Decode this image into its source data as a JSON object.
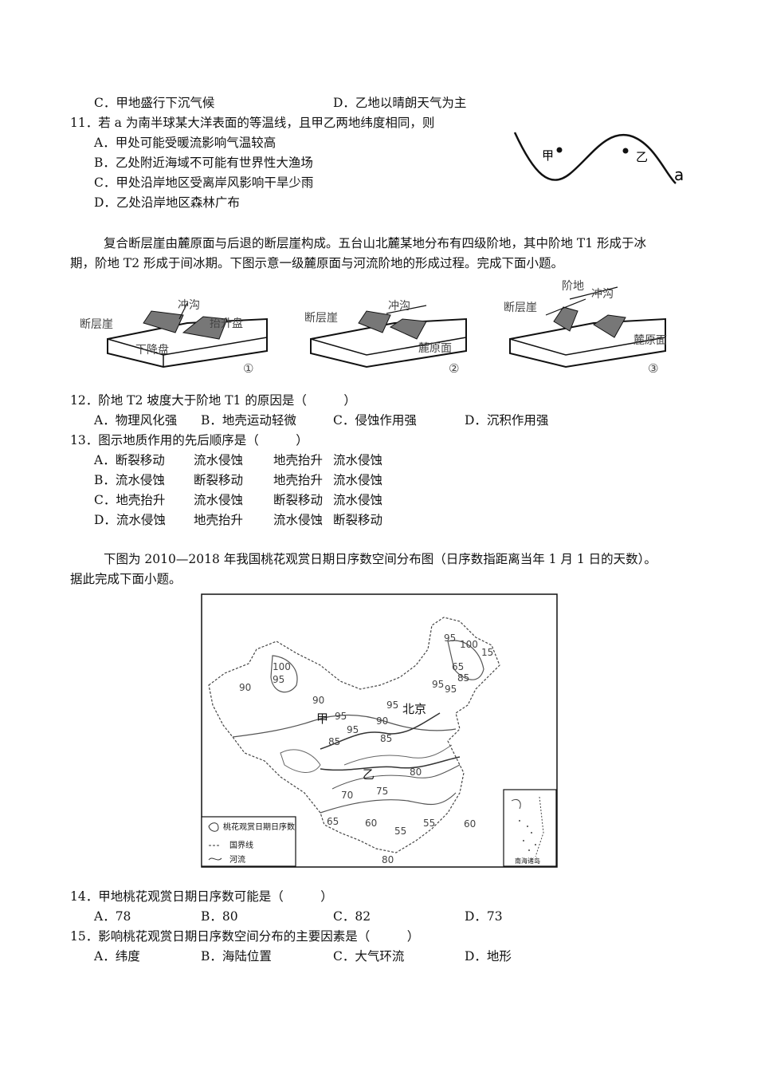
{
  "q10": {
    "optC": "C．甲地盛行下沉气候",
    "optD": "D．乙地以晴朗天气为主"
  },
  "q11": {
    "stem": "11．若 a 为南半球某大洋表面的等温线，且甲乙两地纬度相同，则",
    "options": [
      "A．甲处可能受暖流影响气温较高",
      "B．乙处附近海域不可能有世界性大渔场",
      "C．甲处沿岸地区受离岸风影响干旱少雨",
      "D．乙处沿岸地区森林广布"
    ],
    "figure": {
      "jia": "甲",
      "yi": "乙",
      "a": "a"
    }
  },
  "passage1": {
    "line1": "复合断层崖由麓原面与后退的断层崖构成。五台山北麓某地分布有四级阶地，其中阶地 T1 形成于冰",
    "line2": "期，阶地 T2 形成于间冰期。下图示意一级麓原面与河流阶地的形成过程。完成下面小题。"
  },
  "fault_figure": {
    "p1": {
      "scarp": "断层崖",
      "gully": "冲沟",
      "upthrown": "抬升盘",
      "downthrown": "下降盘",
      "num": "①"
    },
    "p2": {
      "scarp": "断层崖",
      "gully": "冲沟",
      "pediment": "麓原面",
      "num": "②"
    },
    "p3": {
      "terrace": "阶地",
      "gully": "冲沟",
      "scarp": "断层崖",
      "pediment": "麓原面",
      "num": "③"
    }
  },
  "q12": {
    "stem": "12．阶地 T2 坡度大于阶地 T1 的原因是（　　　）",
    "options": [
      "A．物理风化强",
      "B．地壳运动轻微",
      "C．侵蚀作用强",
      "D．沉积作用强"
    ]
  },
  "q13": {
    "stem": "13．图示地质作用的先后顺序是（　　　）",
    "rows": [
      [
        "A．断裂移动",
        "流水侵蚀",
        "地壳抬升",
        "流水侵蚀"
      ],
      [
        "B．流水侵蚀",
        "断裂移动",
        "地壳抬升",
        "流水侵蚀"
      ],
      [
        "C．地壳抬升",
        "流水侵蚀",
        "断裂移动",
        "流水侵蚀"
      ],
      [
        "D．流水侵蚀",
        "地壳抬升",
        "流水侵蚀",
        "断裂移动"
      ]
    ]
  },
  "passage2": {
    "line1": "下图为 2010—2018 年我国桃花观赏日期日序数空间分布图（日序数指距离当年 1 月 1 日的天数）。",
    "line2": "据此完成下面小题。"
  },
  "map": {
    "legend": {
      "isoline": "桃花观赏日期日序数",
      "border": "国界线",
      "river": "河流"
    },
    "inset": "南海诸岛",
    "places": {
      "jia": "甲",
      "yi": "乙",
      "beijing": "北京"
    },
    "contour_labels": [
      "95",
      "100",
      "15",
      "100",
      "95",
      "90",
      "65",
      "85",
      "95",
      "95",
      "90",
      "95",
      "95",
      "95",
      "90",
      "85",
      "85",
      "80",
      "75",
      "70",
      "65",
      "60",
      "55",
      "55",
      "60",
      "80"
    ]
  },
  "q14": {
    "stem": "14．甲地桃花观赏日期日序数可能是（　　　）",
    "options": [
      "A．78",
      "B．80",
      "C．82",
      "D．73"
    ]
  },
  "q15": {
    "stem": "15．影响桃花观赏日期日序数空间分布的主要因素是（　　　）",
    "options": [
      "A．纬度",
      "B．海陆位置",
      "C．大气环流",
      "D．地形"
    ]
  }
}
